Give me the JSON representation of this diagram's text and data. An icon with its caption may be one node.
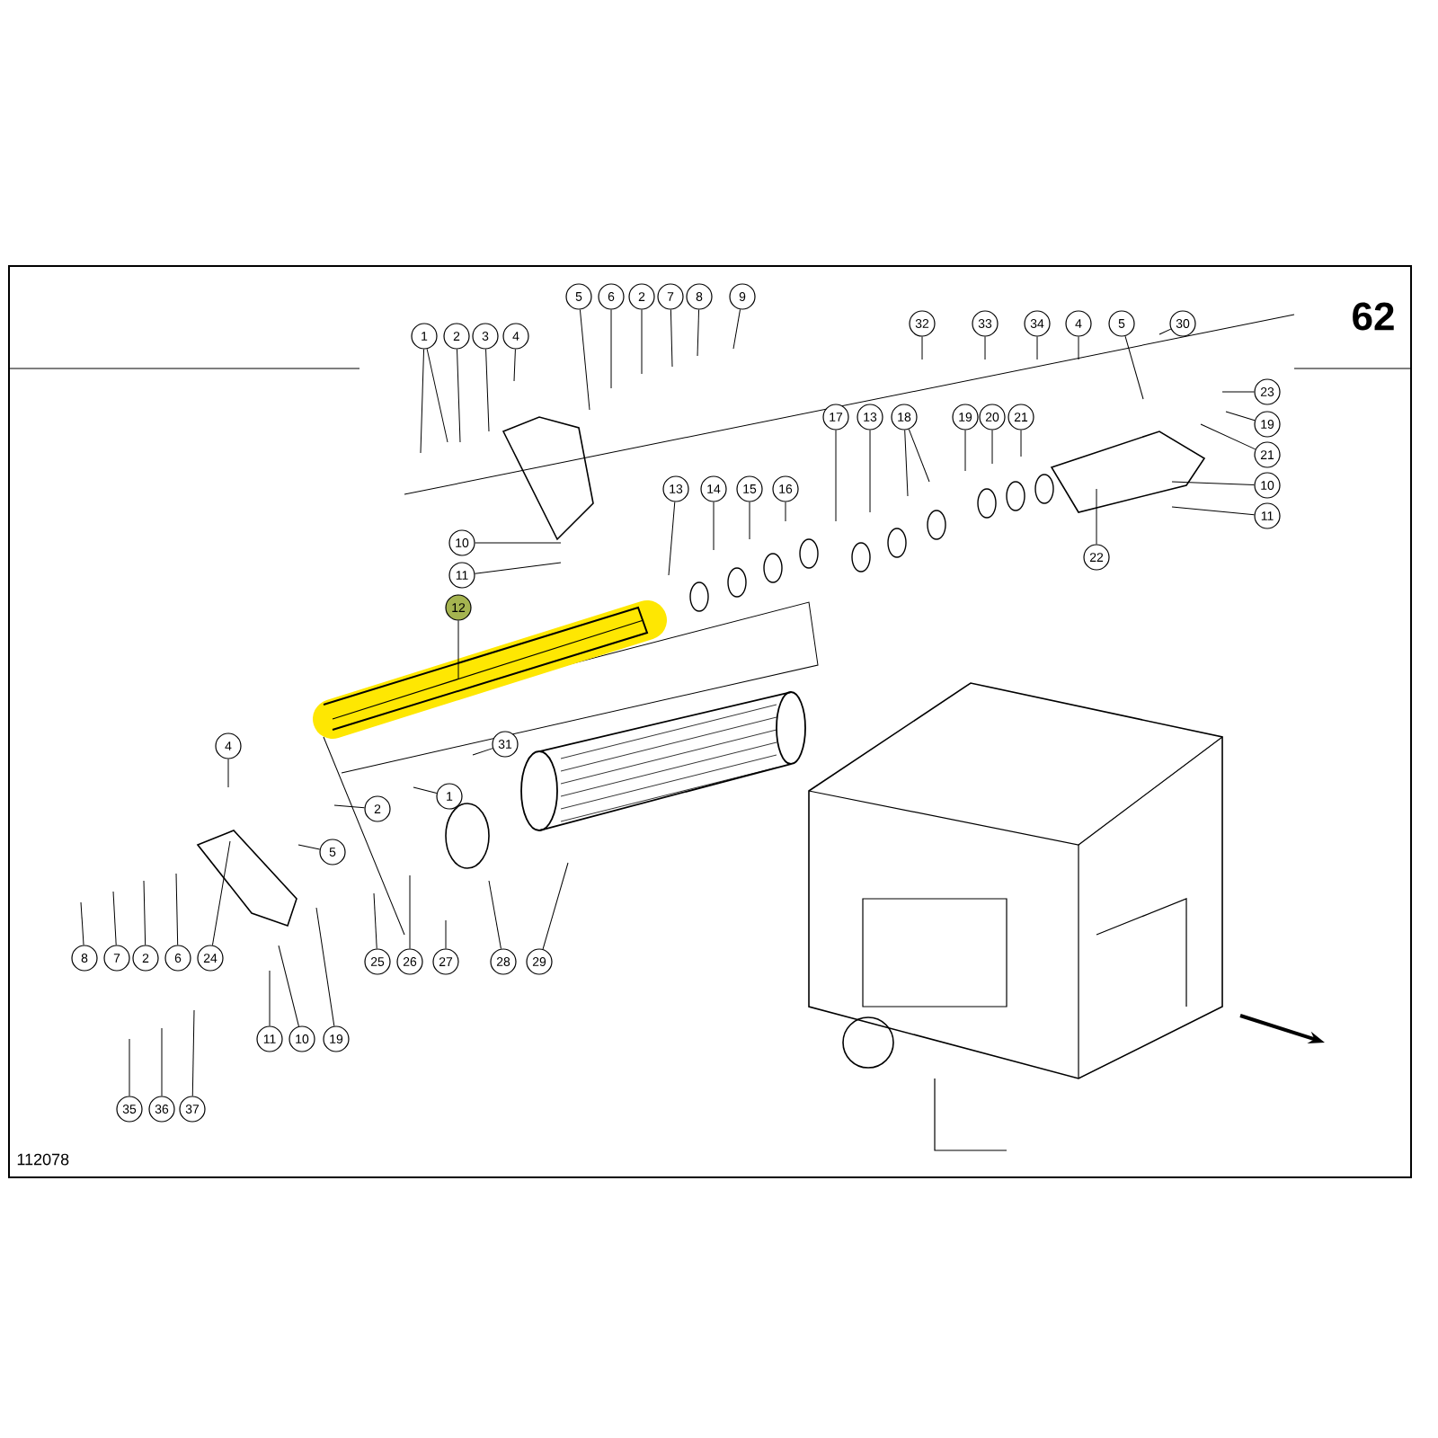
{
  "diagram": {
    "nodes": [
      {
        "text": [
          "1"
        ]
      },
      {
        "text": [
          "2"
        ]
      },
      {
        "text": [
          "3"
        ]
      },
      {
        "text": [
          "4"
        ]
      },
      {
        "text": [
          "5"
        ]
      },
      {
        "text": [
          "6"
        ]
      },
      {
        "text": [
          "2"
        ]
      },
      {
        "text": [
          "7"
        ]
      },
      {
        "text": [
          "8"
        ]
      },
      {
        "text": [
          "9"
        ]
      },
      {
        "text": [
          "32"
        ]
      },
      {
        "text": [
          "33"
        ]
      },
      {
        "text": [
          "34"
        ]
      },
      {
        "text": [
          "4"
        ]
      },
      {
        "text": [
          "5"
        ]
      },
      {
        "text": [
          "30"
        ]
      },
      {
        "text": [
          "23"
        ]
      },
      {
        "text": [
          "19"
        ]
      },
      {
        "text": [
          "21"
        ]
      },
      {
        "text": [
          "10"
        ]
      },
      {
        "text": [
          "11"
        ]
      },
      {
        "text": [
          "17"
        ]
      },
      {
        "text": [
          "13"
        ]
      },
      {
        "text": [
          "18"
        ]
      },
      {
        "text": [
          "19"
        ]
      },
      {
        "text": [
          "20"
        ]
      },
      {
        "text": [
          "21"
        ]
      },
      {
        "text": [
          "13"
        ]
      },
      {
        "text": [
          "14"
        ]
      },
      {
        "text": [
          "15"
        ]
      },
      {
        "text": [
          "16"
        ]
      },
      {
        "text": [
          "22"
        ]
      },
      {
        "text": [
          "10"
        ]
      },
      {
        "text": [
          "11"
        ]
      },
      {
        "text": [
          "12"
        ]
      },
      {
        "text": [
          "4"
        ]
      },
      {
        "text": [
          "31"
        ]
      },
      {
        "text": [
          "2"
        ]
      },
      {
        "text": [
          "1"
        ]
      },
      {
        "text": [
          "5"
        ]
      },
      {
        "text": [
          "8"
        ]
      },
      {
        "text": [
          "7"
        ]
      },
      {
        "text": [
          "2"
        ]
      },
      {
        "text": [
          "6"
        ]
      },
      {
        "text": [
          "24"
        ]
      },
      {
        "text": [
          "25"
        ]
      },
      {
        "text": [
          "26"
        ]
      },
      {
        "text": [
          "27"
        ]
      },
      {
        "text": [
          "28"
        ]
      },
      {
        "text": [
          "29"
        ]
      },
      {
        "text": [
          "11"
        ]
      },
      {
        "text": [
          "10"
        ]
      },
      {
        "text": [
          "19"
        ]
      },
      {
        "text": [
          "35"
        ]
      },
      {
        "text": [
          "36"
        ]
      },
      {
        "text": [
          "37"
        ]
      }
    ],
    "edges": [
      {
        "from": 0,
        "to": null,
        "arrow": "none"
      },
      {
        "from": 0,
        "to": null,
        "arrow": "none"
      },
      {
        "from": 1,
        "to": null,
        "arrow": "none"
      },
      {
        "from": 2,
        "to": null,
        "arrow": "none"
      },
      {
        "from": 3,
        "to": null,
        "arrow": "none"
      },
      {
        "from": 4,
        "to": null,
        "arrow": "none"
      },
      {
        "from": 5,
        "to": null,
        "arrow": "none"
      },
      {
        "from": 6,
        "to": null,
        "arrow": "none"
      },
      {
        "from": 7,
        "to": null,
        "arrow": "none"
      },
      {
        "from": 8,
        "to": null,
        "arrow": "none"
      },
      {
        "from": 9,
        "to": null,
        "arrow": "none"
      },
      {
        "from": 10,
        "to": null,
        "arrow": "none"
      },
      {
        "from": 11,
        "to": null,
        "arrow": "none"
      },
      {
        "from": 12,
        "to": null,
        "arrow": "none"
      },
      {
        "from": 13,
        "to": null,
        "arrow": "none"
      },
      {
        "from": 14,
        "to": null,
        "arrow": "none"
      },
      {
        "from": 15,
        "to": null,
        "arrow": "none"
      },
      {
        "from": 16,
        "to": null,
        "arrow": "none"
      },
      {
        "from": 17,
        "to": null,
        "arrow": "none"
      },
      {
        "from": 18,
        "to": null,
        "arrow": "none"
      },
      {
        "from": 19,
        "to": null,
        "arrow": "none"
      },
      {
        "from": 20,
        "to": null,
        "arrow": "none"
      },
      {
        "from": 21,
        "to": null,
        "arrow": "none"
      },
      {
        "from": 22,
        "to": null,
        "arrow": "none"
      },
      {
        "from": 23,
        "to": null,
        "arrow": "none"
      },
      {
        "from": 23,
        "to": null,
        "arrow": "none"
      },
      {
        "from": 24,
        "to": null,
        "arrow": "none"
      },
      {
        "from": 25,
        "to": null,
        "arrow": "none"
      },
      {
        "from": 26,
        "to": null,
        "arrow": "none"
      },
      {
        "from": 27,
        "to": null,
        "arrow": "none"
      },
      {
        "from": 28,
        "to": null,
        "arrow": "none"
      },
      {
        "from": 29,
        "to": null,
        "arrow": "none"
      },
      {
        "from": 30,
        "to": null,
        "arrow": "none"
      },
      {
        "from": 31,
        "to": null,
        "arrow": "none"
      },
      {
        "from": 32,
        "to": null,
        "arrow": "none"
      },
      {
        "from": 33,
        "to": null,
        "arrow": "none"
      },
      {
        "from": 34,
        "to": null,
        "arrow": "none"
      },
      {
        "from": 35,
        "to": null,
        "arrow": "none"
      },
      {
        "from": 36,
        "to": null,
        "arrow": "none"
      },
      {
        "from": 37,
        "to": null,
        "arrow": "none"
      },
      {
        "from": 38,
        "to": null,
        "arrow": "none"
      },
      {
        "from": 39,
        "to": null,
        "arrow": "none"
      },
      {
        "from": 40,
        "to": null,
        "arrow": "none"
      },
      {
        "from": 41,
        "to": null,
        "arrow": "none"
      },
      {
        "from": 42,
        "to": null,
        "arrow": "none"
      },
      {
        "from": 43,
        "to": null,
        "arrow": "none"
      },
      {
        "from": 44,
        "to": null,
        "arrow": "none"
      },
      {
        "from": 45,
        "to": null,
        "arrow": "none"
      },
      {
        "from": 46,
        "to": null,
        "arrow": "none"
      },
      {
        "from": 47,
        "to": null,
        "arrow": "none"
      },
      {
        "from": 48,
        "to": null,
        "arrow": "none"
      },
      {
        "from": 49,
        "to": null,
        "arrow": "none"
      },
      {
        "from": 50,
        "to": null,
        "arrow": "none"
      },
      {
        "from": 51,
        "to": null,
        "arrow": "none"
      },
      {
        "from": 52,
        "to": null,
        "arrow": "none"
      },
      {
        "from": 53,
        "to": null,
        "arrow": "none"
      },
      {
        "from": 54,
        "to": null,
        "arrow": "none"
      },
      {
        "from": 55,
        "to": null,
        "arrow": "none"
      }
    ],
    "labels": [
      "62",
      "112078"
    ]
  }
}
